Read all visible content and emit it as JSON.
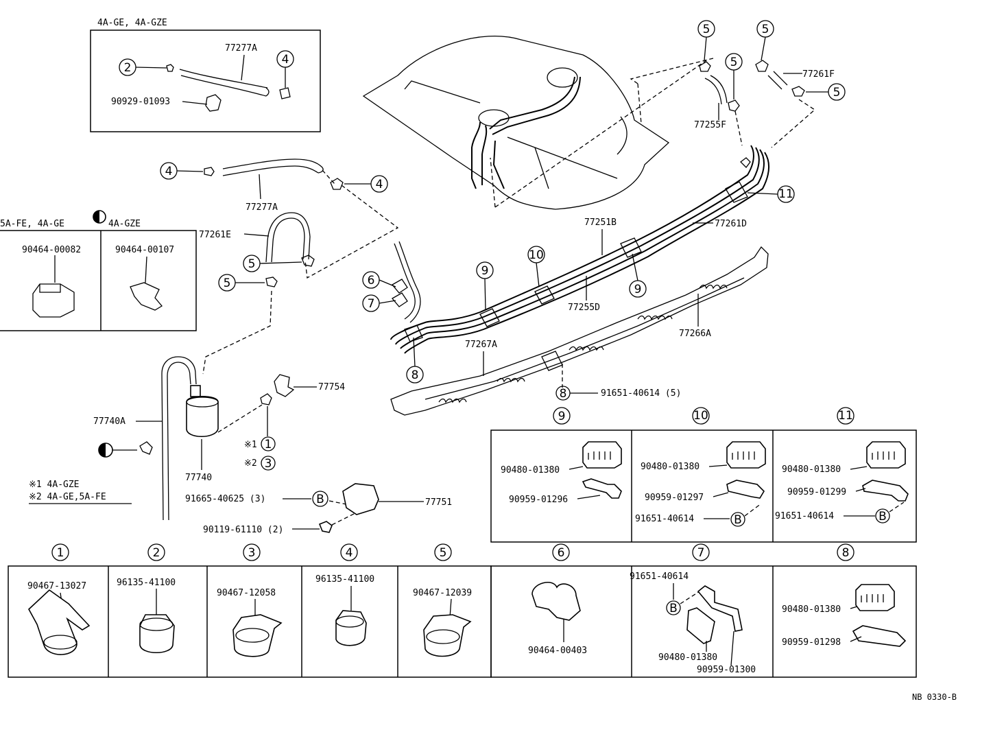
{
  "header_box": {
    "title": "4A-GE, 4A-GZE",
    "hose": "77277A",
    "clip": "90929-01093",
    "ref_left": "2",
    "ref_right": "4"
  },
  "main_labels": {
    "hose_upper": "77277A",
    "hose_e": "77261E",
    "hose_f": "77261F",
    "hose_255f": "77255F",
    "tube_251b": "77251B",
    "tube_261d": "77261D",
    "tube_255d": "77255D",
    "protector_267a": "77267A",
    "protector_266a": "77266A",
    "hose_754": "77754",
    "pipe_740a": "77740A",
    "canister_740": "77740",
    "bracket_751": "77751",
    "bolt_b": "91665-40625 (3)",
    "nut": "90119-61110 (2)",
    "bolt_8": "91651-40614 (5)",
    "mark1": "※1",
    "mark2": "※2",
    "note1": "※1  4A-GZE",
    "note2": "※2  4A-GE,5A-FE",
    "bolt_letter": "B"
  },
  "left_box": {
    "title_left": "5A-FE, 4A-GE",
    "title_right": "4A-GZE",
    "part_left": "90464-00082",
    "part_right": "90464-00107"
  },
  "callouts": {
    "c2": "2",
    "c4a": "4",
    "c4b": "4",
    "c5a": "5",
    "c5b": "5",
    "c5c": "5",
    "c5d": "5",
    "c5e": "5",
    "c5f": "5",
    "c6": "6",
    "c7": "7",
    "c8a": "8",
    "c8b": "8",
    "c9a": "9",
    "c9b": "9",
    "c10": "10",
    "c11": "11",
    "c1": "1",
    "c3": "3"
  },
  "right_boxes": {
    "b9": {
      "num": "9",
      "p1": "90480-01380",
      "p2": "90959-01296"
    },
    "b10": {
      "num": "10",
      "p1": "90480-01380",
      "p2": "90959-01297",
      "p3": "91651-40614"
    },
    "b11": {
      "num": "11",
      "p1": "90480-01380",
      "p2": "90959-01299",
      "p3": "91651-40614"
    }
  },
  "bottom_boxes": {
    "b1": {
      "num": "1",
      "part": "90467-13027"
    },
    "b2": {
      "num": "2",
      "part": "96135-41100"
    },
    "b3": {
      "num": "3",
      "part": "90467-12058"
    },
    "b4": {
      "num": "4",
      "part": "96135-41100"
    },
    "b5": {
      "num": "5",
      "part": "90467-12039"
    },
    "b6": {
      "num": "6",
      "part": "90464-00403"
    },
    "b7": {
      "num": "7",
      "p1": "91651-40614",
      "p2": "90480-01380",
      "p3": "90959-01300"
    },
    "b8": {
      "num": "8",
      "p1": "90480-01380",
      "p2": "90959-01298"
    }
  },
  "footer": {
    "code": "NB 0330-B"
  }
}
